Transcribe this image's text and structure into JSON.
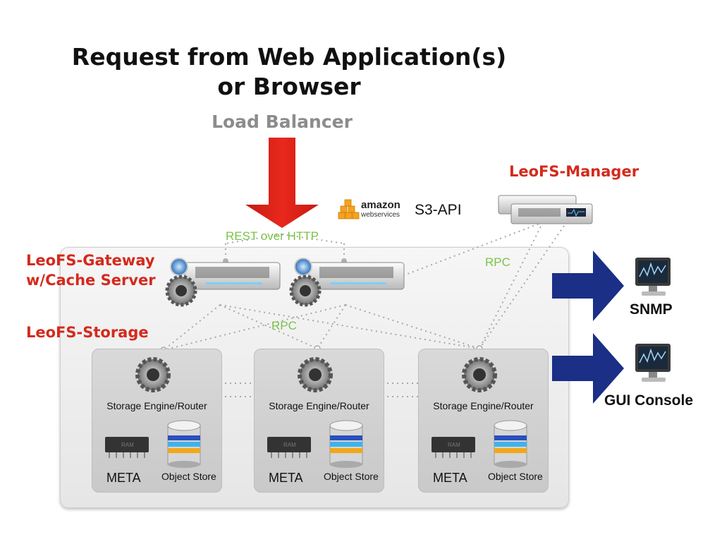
{
  "title": {
    "line1": "Request from Web Application(s)",
    "line2": "or Browser"
  },
  "load_balancer": "Load Balancer",
  "rest_label": "REST over HTTP",
  "s3": {
    "logo_main": "amazon",
    "logo_sub": "webservices",
    "api_label": "S3-API"
  },
  "manager_label": "LeoFS-Manager",
  "gateway_label": {
    "line1": "LeoFS-Gateway",
    "line2": "w/Cache Server"
  },
  "storage_label": "LeoFS-Storage",
  "rpc_labels": [
    "RPC",
    "RPC"
  ],
  "nodes": [
    {
      "engine": "Storage Engine/Router",
      "meta": "META",
      "object_store": "Object Store",
      "ram": "RAM"
    },
    {
      "engine": "Storage Engine/Router",
      "meta": "META",
      "object_store": "Object Store",
      "ram": "RAM"
    },
    {
      "engine": "Storage Engine/Router",
      "meta": "META",
      "object_store": "Object Store",
      "ram": "RAM"
    }
  ],
  "outputs": {
    "snmp": "SNMP",
    "gui": "GUI Console"
  },
  "colors": {
    "accent_red": "#d42a1d",
    "arrow_red": "#e0231a",
    "rpc_green": "#7cc24a",
    "arrow_blue": "#1a2f85",
    "muted_gray": "#8c8c8c"
  },
  "icons": [
    "server-icon",
    "gear-icon",
    "ram-chip-icon",
    "database-icon",
    "monitor-icon",
    "aws-boxes-icon"
  ]
}
